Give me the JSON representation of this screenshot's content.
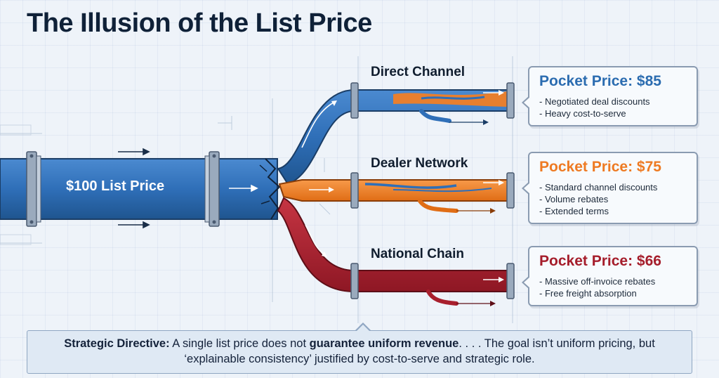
{
  "title": "The Illusion of the List Price",
  "source": {
    "label": "$100 List Price",
    "color": "#2f6fb8"
  },
  "channels": [
    {
      "name": "Direct Channel",
      "pipe_color": "#2f6fb8",
      "pocket_price": "Pocket Price: $85",
      "price_color": "#2b6cb0",
      "leak_color": "#f07e26",
      "bullets": [
        "Negotiated deal discounts",
        "Heavy cost-to-serve"
      ]
    },
    {
      "name": "Dealer Network",
      "pipe_color": "#f07e26",
      "pocket_price": "Pocket Price: $75",
      "price_color": "#ee7a22",
      "leak_color": "#f07e26",
      "bullets": [
        "Standard channel discounts",
        "Volume rebates",
        "Extended terms"
      ]
    },
    {
      "name": "National Chain",
      "pipe_color": "#a81f2d",
      "pocket_price": "Pocket Price: $66",
      "price_color": "#a51d2b",
      "leak_color": "#a81f2d",
      "bullets": [
        "Massive off-invoice rebates",
        "Free freight absorption"
      ]
    }
  ],
  "directive": {
    "lead": "Strategic Directive:",
    "text_1": " A single list price does not ",
    "emphasis": "guarantee uniform revenue",
    "text_2": ". . . . The goal isn’t uniform pricing, but ‘explainable consistency’ justified by cost-to-serve and strategic role."
  }
}
